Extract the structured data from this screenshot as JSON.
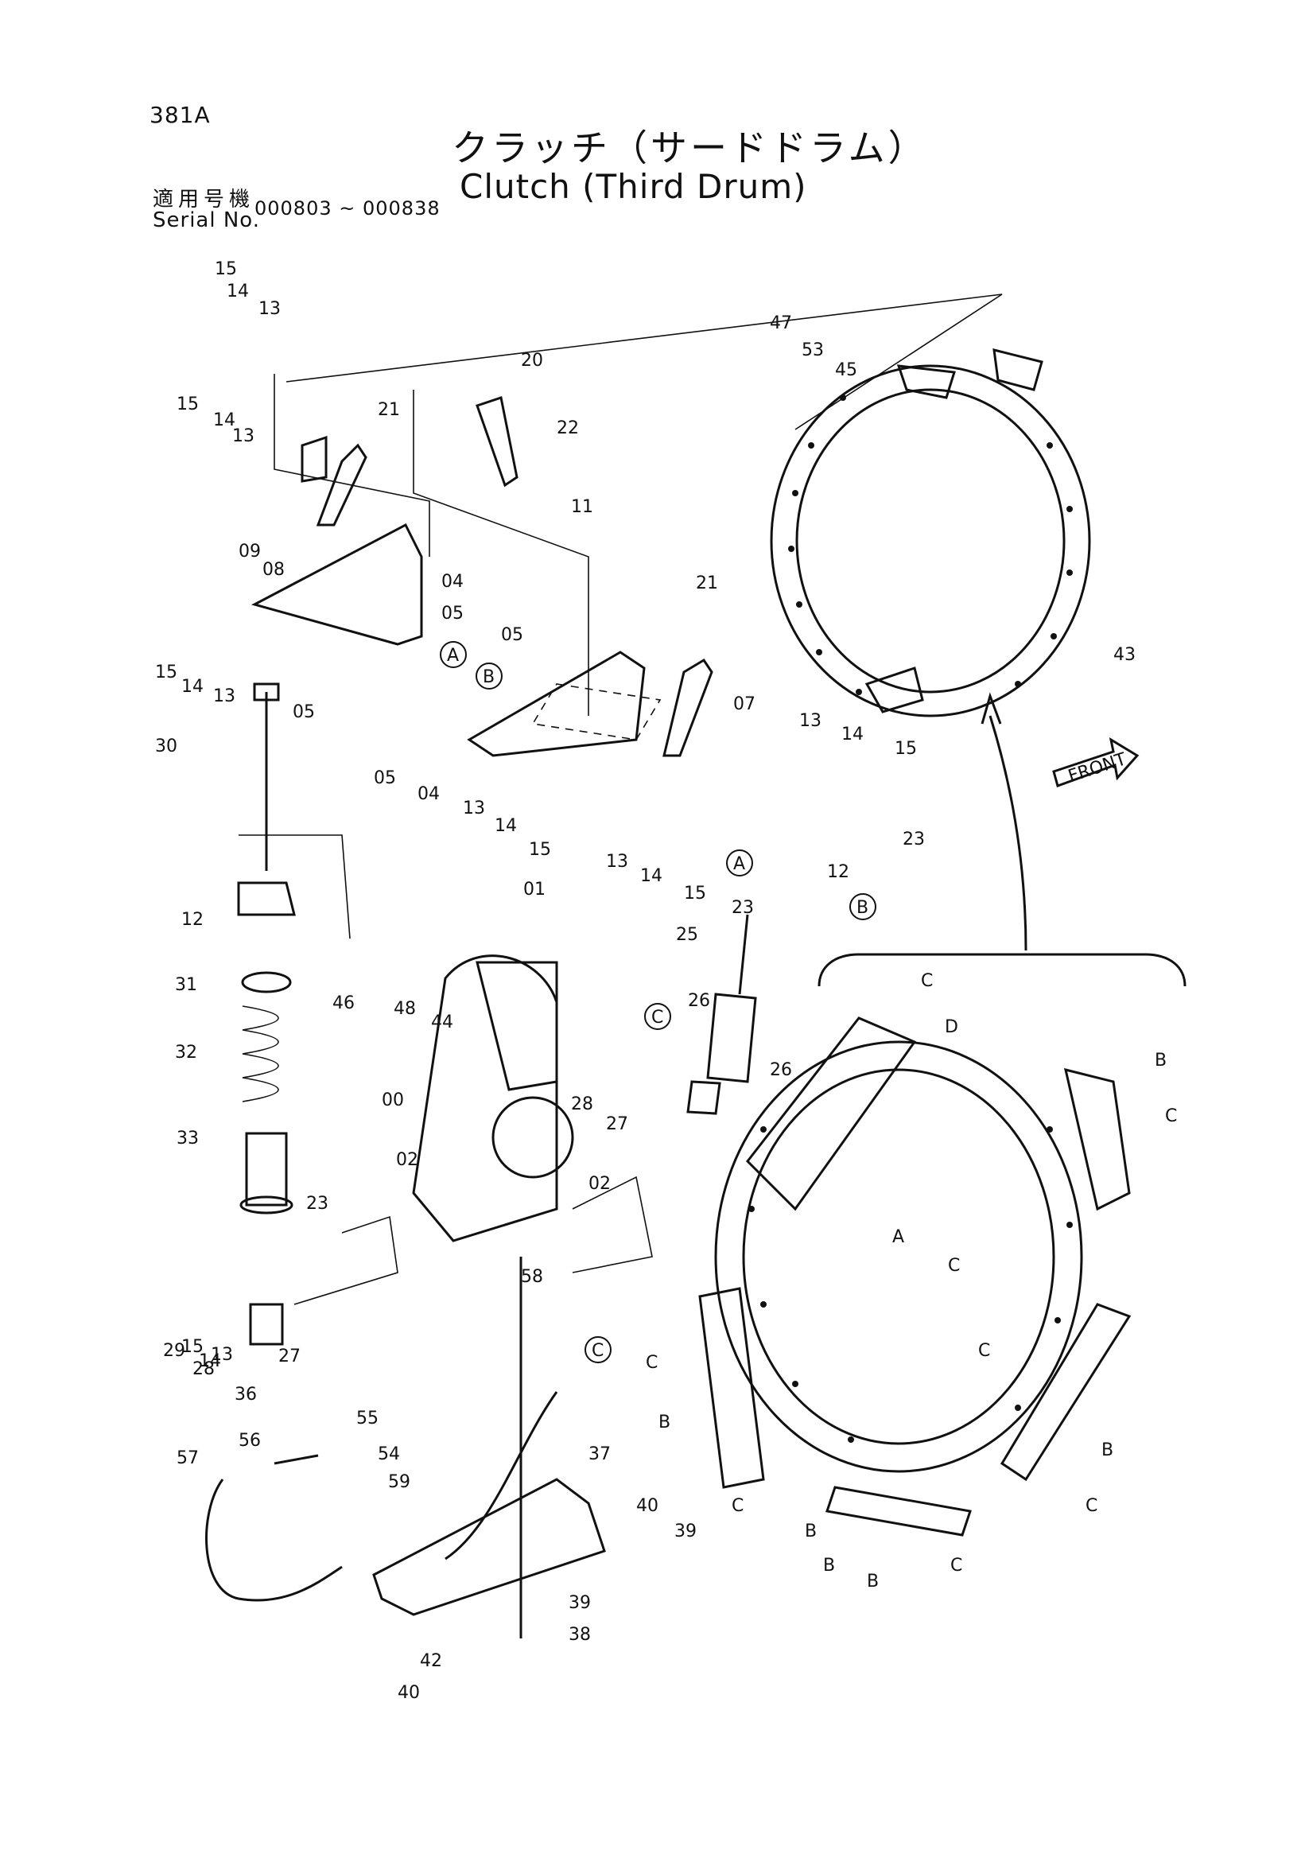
{
  "header": {
    "page_code": "381A",
    "title_jp": "クラッチ（サードドラム）",
    "title_en": "Clutch (Third Drum)",
    "serial_label_jp": "適用号機",
    "serial_label_en": "Serial No.",
    "serial_range": "000803 ~ 000838"
  },
  "front_label": "FRONT",
  "part_numbers": [
    "00",
    "01",
    "02",
    "02",
    "04",
    "04",
    "05",
    "05",
    "05",
    "05",
    "07",
    "08",
    "09",
    "11",
    "12",
    "12",
    "13",
    "13",
    "13",
    "13",
    "13",
    "13",
    "13",
    "14",
    "14",
    "14",
    "14",
    "14",
    "14",
    "14",
    "15",
    "15",
    "15",
    "15",
    "15",
    "15",
    "15",
    "20",
    "21",
    "21",
    "22",
    "23",
    "23",
    "23",
    "25",
    "26",
    "26",
    "27",
    "27",
    "28",
    "28",
    "29",
    "30",
    "31",
    "32",
    "33",
    "36",
    "37",
    "38",
    "39",
    "39",
    "40",
    "40",
    "42",
    "43",
    "44",
    "45",
    "46",
    "47",
    "48",
    "53",
    "54",
    "55",
    "56",
    "57",
    "58",
    "59"
  ],
  "ref_labels": [
    "A",
    "A",
    "A",
    "B",
    "B",
    "B",
    "B",
    "B",
    "B",
    "B",
    "B",
    "C",
    "C",
    "C",
    "C",
    "C",
    "C",
    "C",
    "C",
    "C",
    "C",
    "D"
  ]
}
